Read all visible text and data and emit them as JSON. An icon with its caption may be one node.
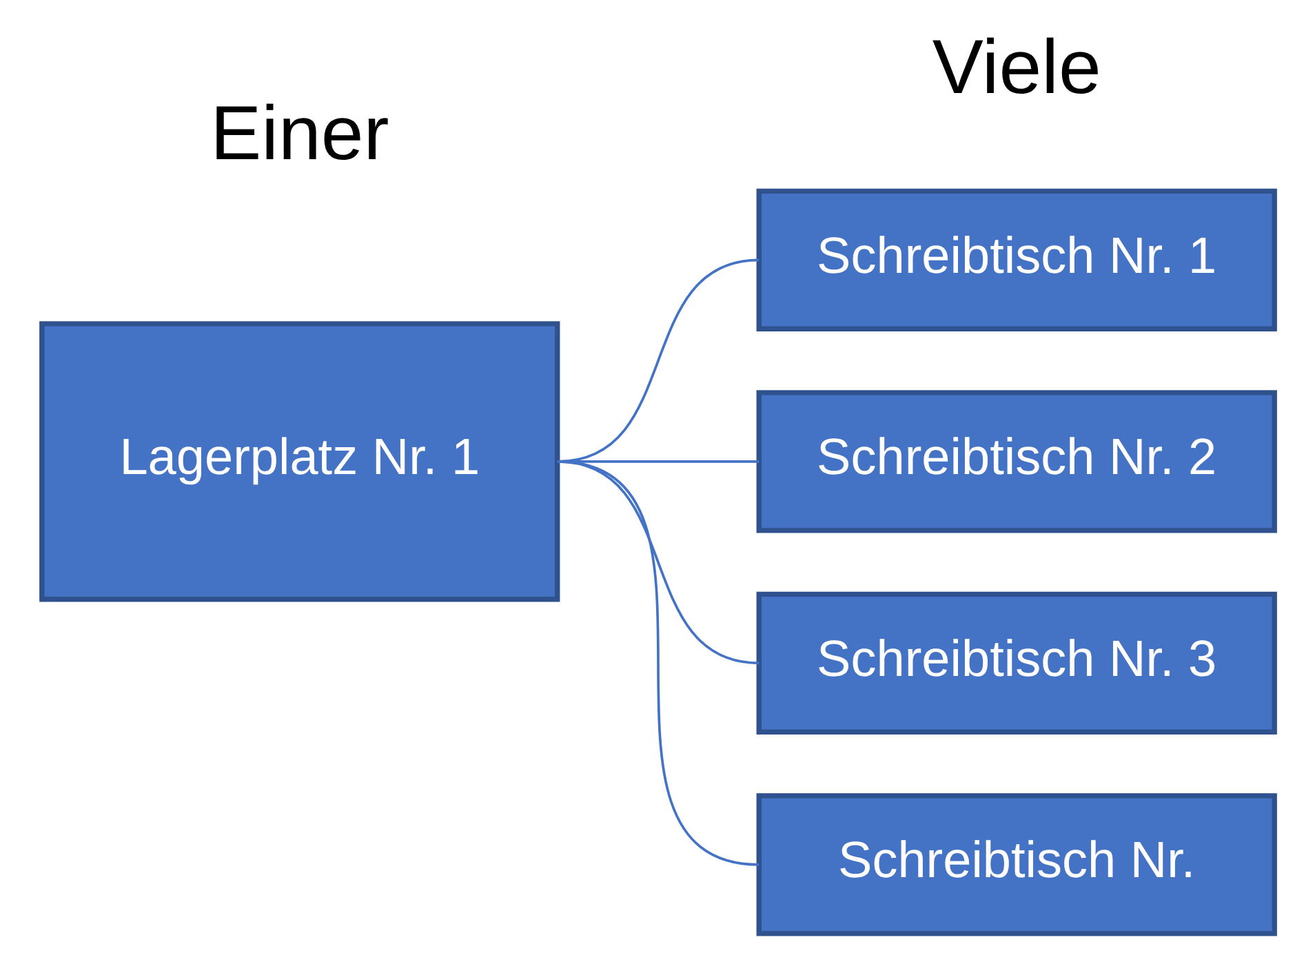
{
  "diagram": {
    "nodes": [
      {
        "text": [
          "Lagerplatz Nr. 1"
        ]
      },
      {
        "text": [
          "Schreibtisch Nr. 1"
        ]
      },
      {
        "text": [
          "Schreibtisch Nr. 2"
        ]
      },
      {
        "text": [
          "Schreibtisch Nr. 3"
        ]
      },
      {
        "text": [
          "Schreibtisch Nr."
        ]
      }
    ],
    "edges": [
      {
        "from": 0,
        "to": 1,
        "arrow": "none"
      },
      {
        "from": 0,
        "to": 2,
        "arrow": "none"
      },
      {
        "from": 0,
        "to": 3,
        "arrow": "none"
      },
      {
        "from": 0,
        "to": 4,
        "arrow": "none"
      }
    ],
    "labels": [
      "Viele",
      "Einer"
    ]
  }
}
